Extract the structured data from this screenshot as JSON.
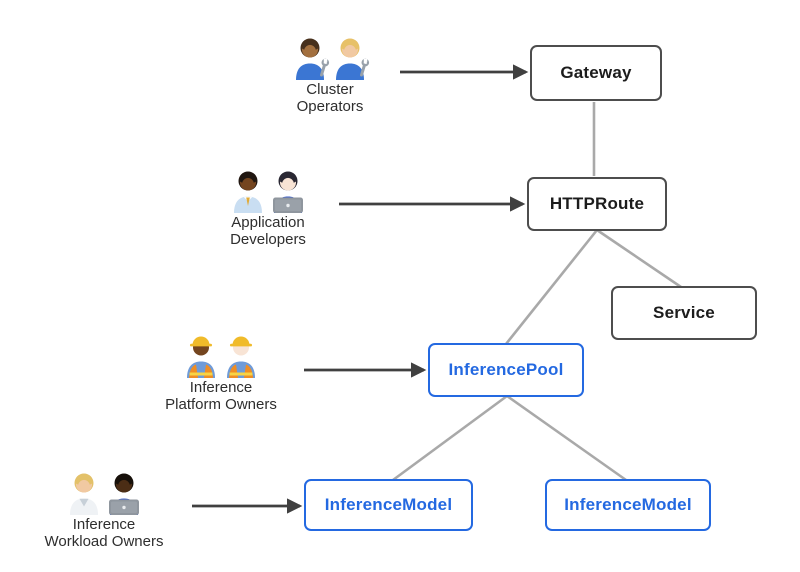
{
  "colors": {
    "background": "#ffffff",
    "box_border_dark": "#4d4d4d",
    "box_text_dark": "#1c1c1c",
    "box_blue": "#2469e1",
    "connector_gray": "#a9a9a9",
    "arrow_dark": "#404040",
    "actor_label": "#2e2e2e"
  },
  "diagram": {
    "nodes": [
      {
        "id": "gateway",
        "label": "Gateway",
        "style": "dark"
      },
      {
        "id": "httproute",
        "label": "HTTPRoute",
        "style": "dark"
      },
      {
        "id": "service",
        "label": "Service",
        "style": "dark"
      },
      {
        "id": "inferencepool",
        "label": "InferencePool",
        "style": "blue"
      },
      {
        "id": "inferencemodel-left",
        "label": "InferenceModel",
        "style": "blue"
      },
      {
        "id": "inferencemodel-right",
        "label": "InferenceModel",
        "style": "blue"
      }
    ],
    "edges": [
      {
        "from": "gateway",
        "to": "httproute",
        "style": "gray-line"
      },
      {
        "from": "httproute",
        "to": "service",
        "style": "gray-line"
      },
      {
        "from": "httproute",
        "to": "inferencepool",
        "style": "gray-line"
      },
      {
        "from": "inferencepool",
        "to": "inferencemodel-left",
        "style": "gray-line"
      },
      {
        "from": "inferencepool",
        "to": "inferencemodel-right",
        "style": "gray-line"
      }
    ],
    "actors": [
      {
        "id": "cluster-operators",
        "label_lines": [
          "Cluster",
          "Operators"
        ],
        "emoji": "👨🏽‍🔧👩🏼‍🔧",
        "arrow_to": "gateway",
        "figures": [
          {
            "skin": "#a3703f",
            "hair": "#47301c",
            "shirt": "#3b76d3",
            "accessory": "wrench"
          },
          {
            "skin": "#f1c9a2",
            "hair": "#e7c168",
            "shirt": "#3b76d3",
            "accessory": "wrench"
          }
        ]
      },
      {
        "id": "application-developers",
        "label_lines": [
          "Application",
          "Developers"
        ],
        "emoji": "👨🏾‍💼👩🏻‍💻",
        "arrow_to": "httproute",
        "figures": [
          {
            "skin": "#74451f",
            "hair": "#211711",
            "shirt": "#c9def2",
            "accessory": "tie"
          },
          {
            "skin": "#f8e4d5",
            "hair": "#2a2833",
            "shirt": "#3b5fc9",
            "accessory": "laptop"
          }
        ]
      },
      {
        "id": "inference-platform-owners",
        "label_lines": [
          "Inference",
          "Platform Owners"
        ],
        "emoji": "👷🏾‍♀️👷🏻",
        "arrow_to": "inferencepool",
        "figures": [
          {
            "skin": "#74451f",
            "hair": "#2b1d13",
            "shirt": "#6f9bd8",
            "accessory": "hardhat"
          },
          {
            "skin": "#f8e4d5",
            "hair": "#b9833d",
            "shirt": "#6f9bd8",
            "accessory": "hardhat"
          }
        ]
      },
      {
        "id": "inference-workload-owners",
        "label_lines": [
          "Inference",
          "Workload Owners"
        ],
        "emoji": "🧑🏼‍⚕️👨🏿‍💻",
        "arrow_to": "inferencemodel-left",
        "figures": [
          {
            "skin": "#f1c9a2",
            "hair": "#e3c169",
            "shirt": "#eff2f5",
            "accessory": "labcoat"
          },
          {
            "skin": "#4b2d15",
            "hair": "#17100a",
            "shirt": "#3b5fc9",
            "accessory": "laptop"
          }
        ]
      }
    ]
  }
}
